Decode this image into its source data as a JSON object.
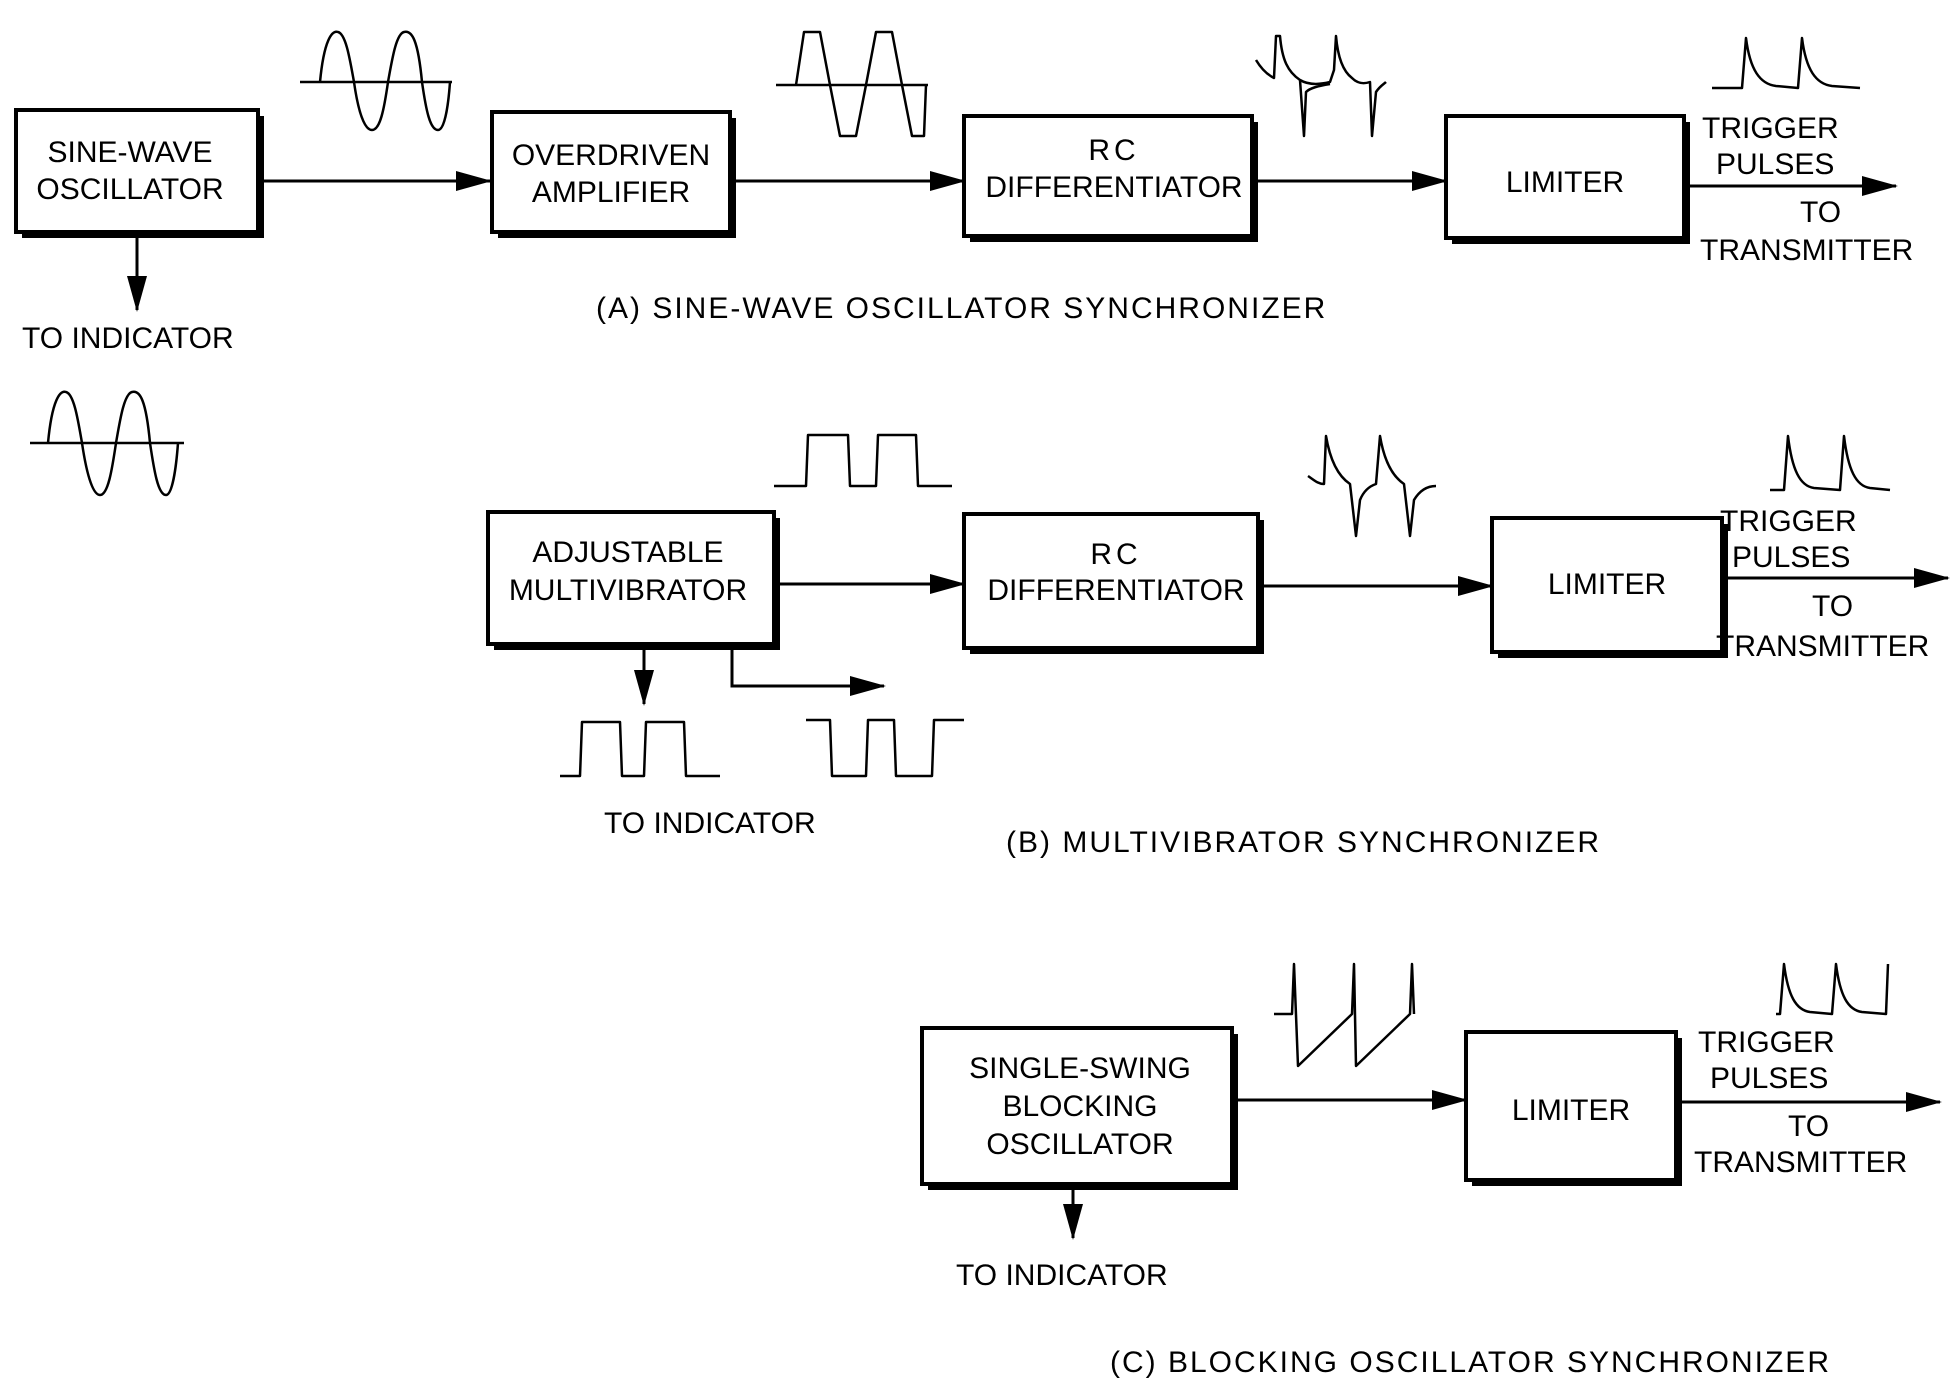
{
  "diagram_a": {
    "caption": "(A)   SINE-WAVE  OSCILLATOR  SYNCHRONIZER",
    "oscillator": [
      "SINE-WAVE",
      "OSCILLATOR"
    ],
    "amplifier": [
      "OVERDRIVEN",
      "AMPLIFIER"
    ],
    "differentiator": [
      "RC",
      "DIFFERENTIATOR"
    ],
    "limiter": "LIMITER",
    "trigger": [
      "TRIGGER",
      "PULSES"
    ],
    "to_transmitter": [
      "TO",
      "TRANSMITTER"
    ],
    "to_indicator": "TO  INDICATOR"
  },
  "diagram_b": {
    "caption": "(B)   MULTIVIBRATOR  SYNCHRONIZER",
    "multivibrator": [
      "ADJUSTABLE",
      "MULTIVIBRATOR"
    ],
    "differentiator": [
      "RC",
      "DIFFERENTIATOR"
    ],
    "limiter": "LIMITER",
    "trigger": [
      "TRIGGER",
      "PULSES"
    ],
    "to_transmitter": [
      "TO",
      "TRANSMITTER"
    ],
    "to_indicator": "TO  INDICATOR"
  },
  "diagram_c": {
    "caption": "(C)   BLOCKING  OSCILLATOR  SYNCHRONIZER",
    "oscillator": [
      "SINGLE-SWING",
      "BLOCKING",
      "OSCILLATOR"
    ],
    "limiter": "LIMITER",
    "trigger": [
      "TRIGGER",
      "PULSES"
    ],
    "to_transmitter": [
      "TO",
      "TRANSMITTER"
    ],
    "to_indicator": "TO  INDICATOR"
  }
}
